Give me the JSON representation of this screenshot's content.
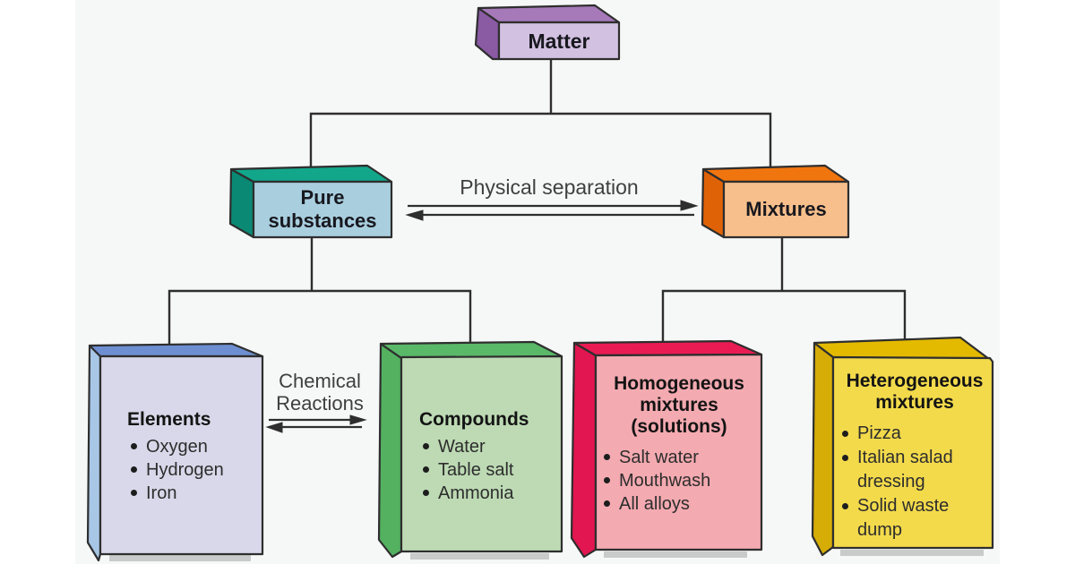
{
  "background": {
    "page": "#ffffff",
    "panel": "#f6f7f7"
  },
  "colors": {
    "line": "#2e2e2e",
    "shadow": "#c9cbcb",
    "matter_top": "#a679b9",
    "matter_side": "#8a5aa3",
    "matter_front": "#d3c1e1",
    "pure_top": "#12a78b",
    "pure_side": "#0a8974",
    "pure_front": "#a9cfdf",
    "mixtures_top": "#f1750f",
    "mixtures_side": "#e06207",
    "mixtures_front": "#f7bf8b",
    "elements_top": "#6d8fd2",
    "elements_side": "#a8c6e6",
    "elements_front": "#d9d8ea",
    "compounds_top": "#5ab869",
    "compounds_side": "#53b160",
    "compounds_front": "#bddab4",
    "homogeneous_top": "#ea1b53",
    "homogeneous_side": "#e21650",
    "homogeneous_front": "#f3aab0",
    "heterogeneous_top": "#e3ba00",
    "heterogeneous_side": "#d6ac07",
    "heterogeneous_front": "#f3da4b"
  },
  "nodes": {
    "matter": {
      "label": "Matter"
    },
    "pure_substances": {
      "label": "Pure substances"
    },
    "mixtures": {
      "label": "Mixtures"
    },
    "elements": {
      "title": "Elements",
      "items": [
        "Oxygen",
        "Hydrogen",
        "Iron"
      ]
    },
    "compounds": {
      "title": "Compounds",
      "items": [
        "Water",
        "Table salt",
        "Ammonia"
      ]
    },
    "homogeneous_mixtures": {
      "title": "Homogeneous mixtures (solutions)",
      "items": [
        "Salt water",
        "Mouthwash",
        "All alloys"
      ]
    },
    "heterogeneous_mixtures": {
      "title": "Heterogeneous mixtures",
      "items": [
        "Pizza",
        "Italian salad dressing",
        "Solid waste dump"
      ]
    }
  },
  "relations": {
    "physical_separation": "Physical separation",
    "chemical_reactions": "Chemical Reactions"
  }
}
